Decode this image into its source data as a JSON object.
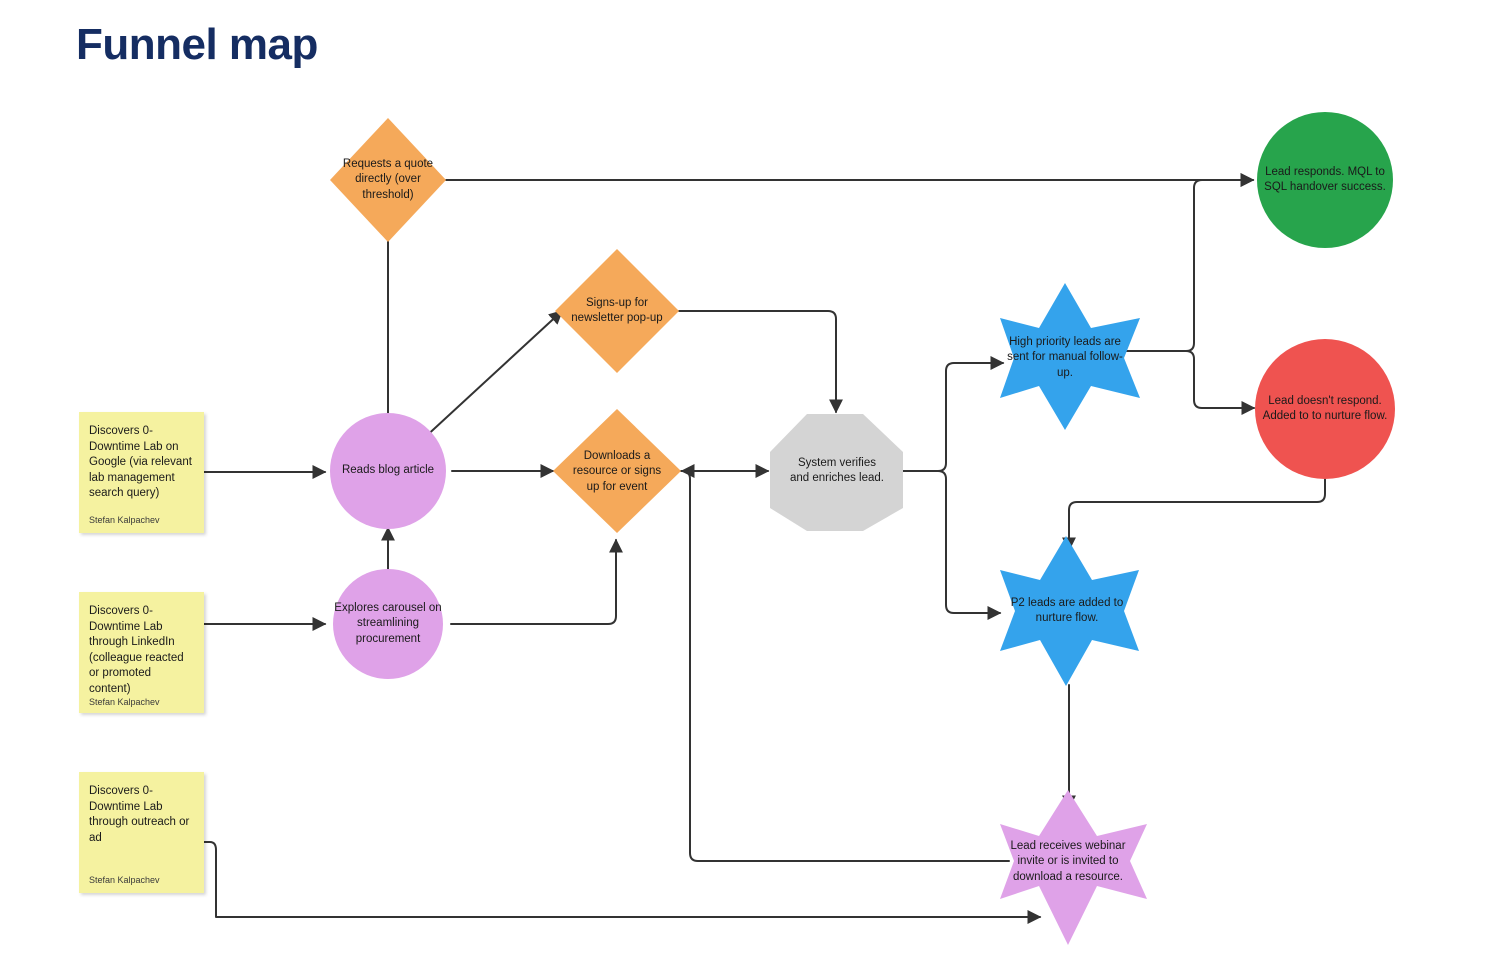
{
  "board": {
    "title": "Funnel map",
    "title_color": "#152d62",
    "background": "#ffffff"
  },
  "palette": {
    "sticky_yellow": "#f5f2a0",
    "orange": "#f5a95a",
    "purple": "#dfa2e8",
    "gray": "#d4d4d4",
    "blue": "#34a3ec",
    "green": "#27a44c",
    "red": "#ef5350",
    "connector": "#333333"
  },
  "sticky_notes": [
    {
      "id": "note-google",
      "text": "Discovers 0-Downtime Lab on Google (via relevant lab management search query)",
      "author": "Stefan Kalpachev",
      "color": "#f5f2a0"
    },
    {
      "id": "note-linkedin",
      "text": "Discovers 0-Downtime Lab through LinkedIn (colleague reacted or promoted content)",
      "author": "Stefan Kalpachev",
      "color": "#f5f2a0"
    },
    {
      "id": "note-outreach",
      "text": "Discovers 0-Downtime Lab through outreach or ad",
      "author": "Stefan Kalpachev",
      "color": "#f5f2a0"
    }
  ],
  "nodes": [
    {
      "id": "quote-diamond",
      "shape": "diamond",
      "color": "#f5a95a",
      "label": "Requests a quote directly (over threshold)"
    },
    {
      "id": "newsletter-diamond",
      "shape": "diamond",
      "color": "#f5a95a",
      "label": "Signs-up for newsletter pop-up"
    },
    {
      "id": "download-diamond",
      "shape": "diamond",
      "color": "#f5a95a",
      "label": "Downloads a resource or signs up for event"
    },
    {
      "id": "blog-circle",
      "shape": "circle",
      "color": "#dfa2e8",
      "label": "Reads blog article"
    },
    {
      "id": "carousel-circle",
      "shape": "circle",
      "color": "#dfa2e8",
      "label": "Explores carousel on streamlining procurement"
    },
    {
      "id": "verify-octagon",
      "shape": "octagon",
      "color": "#d4d4d4",
      "label": "System verifies and enriches lead."
    },
    {
      "id": "high-priority-star",
      "shape": "star",
      "color": "#34a3ec",
      "label": "High priority leads are sent for manual follow-up."
    },
    {
      "id": "p2-star",
      "shape": "star",
      "color": "#34a3ec",
      "label": "P2 leads are added to nurture flow."
    },
    {
      "id": "webinar-star",
      "shape": "star",
      "color": "#dfa2e8",
      "label": "Lead receives webinar invite or is invited to download a resource."
    },
    {
      "id": "success-circle",
      "shape": "circle",
      "color": "#27a44c",
      "label": "Lead responds. MQL to SQL handover success."
    },
    {
      "id": "nurture-circle",
      "shape": "circle",
      "color": "#ef5350",
      "label": "Lead doesn't respond. Added to to nurture flow."
    }
  ],
  "connectors": [
    {
      "from": "note-google",
      "to": "blog-circle"
    },
    {
      "from": "note-linkedin",
      "to": "carousel-circle"
    },
    {
      "from": "note-outreach",
      "to": "webinar-star"
    },
    {
      "from": "blog-circle",
      "to": "newsletter-diamond"
    },
    {
      "from": "blog-circle",
      "to": "download-diamond"
    },
    {
      "from": "blog-circle",
      "to": "quote-diamond"
    },
    {
      "from": "carousel-circle",
      "to": "blog-circle"
    },
    {
      "from": "carousel-circle",
      "to": "download-diamond"
    },
    {
      "from": "newsletter-diamond",
      "to": "verify-octagon"
    },
    {
      "from": "download-diamond",
      "to": "verify-octagon"
    },
    {
      "from": "quote-diamond",
      "to": "success-circle"
    },
    {
      "from": "verify-octagon",
      "to": "high-priority-star"
    },
    {
      "from": "verify-octagon",
      "to": "p2-star"
    },
    {
      "from": "high-priority-star",
      "to": "success-circle"
    },
    {
      "from": "high-priority-star",
      "to": "nurture-circle"
    },
    {
      "from": "nurture-circle",
      "to": "p2-star"
    },
    {
      "from": "p2-star",
      "to": "webinar-star"
    },
    {
      "from": "webinar-star",
      "to": "download-diamond"
    }
  ]
}
